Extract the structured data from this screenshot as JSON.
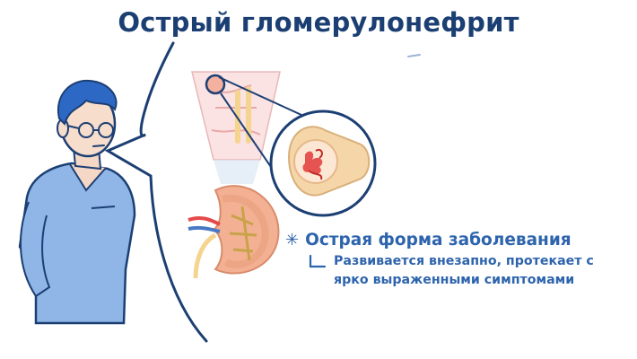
{
  "title": "Острый гломерулонефрит",
  "info": {
    "heading": "Острая форма заболевания",
    "description_line1": "Развивается внезапно, протекает с",
    "description_line2": "ярко выраженными симптомами",
    "bullet_icon": "asterisk-icon",
    "sub_icon": "corner-arrow-icon"
  },
  "colors": {
    "title": "#1c3f73",
    "accent": "#2e64ad",
    "scrubs": "#8fb6e6",
    "hair": "#2d68c4",
    "kidney": "#f3b092",
    "glomerulus": "#e23a3a"
  },
  "icons": [
    "doctor-figure",
    "speech-bubble-outline",
    "kidney-illustration",
    "nephron-section",
    "magnified-glomerulus"
  ]
}
